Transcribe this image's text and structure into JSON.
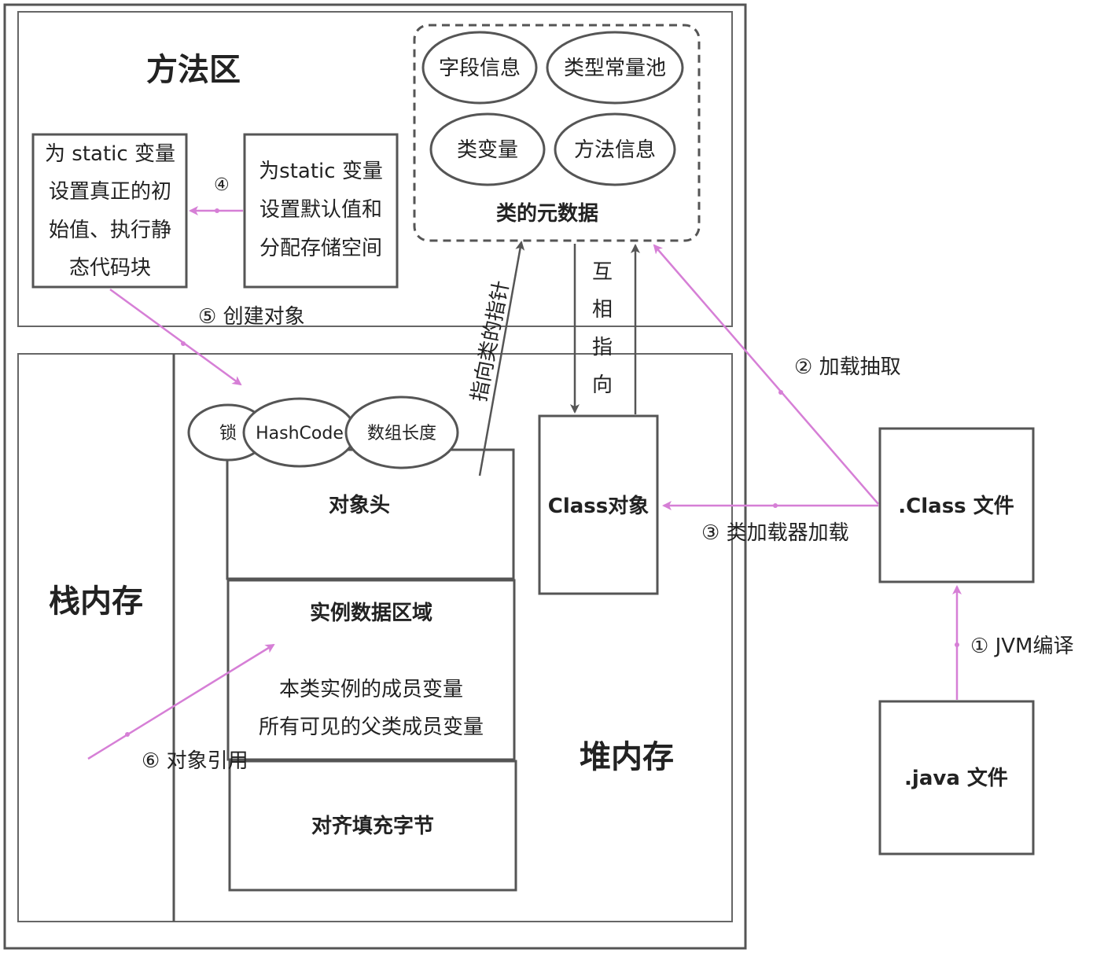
{
  "colors": {
    "stroke": "#555555",
    "arrow_pink": "#d67fd6",
    "arrow_gray": "#555555",
    "text": "#222222",
    "background": "#ffffff"
  },
  "regions": {
    "method_area": "方法区",
    "stack": "栈内存",
    "heap": "堆内存"
  },
  "class_metadata": {
    "title": "类的元数据",
    "items": [
      "字段信息",
      "类型常量池",
      "类变量",
      "方法信息"
    ]
  },
  "static_init": {
    "init_lines": [
      "为 static 变量",
      "设置真正的初",
      "始值、执行静",
      "态代码块"
    ],
    "default_lines": [
      "为static 变量",
      "设置默认值和",
      "分配存储空间"
    ]
  },
  "object": {
    "header_ovals": [
      "锁",
      "HashCode",
      "数组长度"
    ],
    "header": "对象头",
    "instance_title": "实例数据区域",
    "instance_lines": [
      "本类实例的成员变量",
      "所有可见的父类成员变量"
    ],
    "padding": "对齐填充字节"
  },
  "class_object": "Class对象",
  "files": {
    "class_file": ".Class 文件",
    "java_file": ".java 文件"
  },
  "edges": {
    "step1": "① JVM编译",
    "step2": "② 加载抽取",
    "step3": "③ 类加载器加载",
    "step4": "④",
    "step5": "⑤ 创建对象",
    "step6": "⑥ 对象引用",
    "pointer": "指向类的指针",
    "mutual": [
      "互",
      "相",
      "指",
      "向"
    ]
  }
}
